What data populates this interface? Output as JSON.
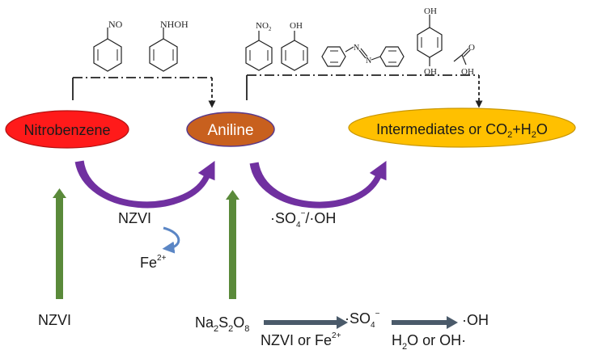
{
  "nodes": {
    "nitrobenzene": {
      "label": "Nitrobenzene",
      "color": "#ff1a1a"
    },
    "aniline": {
      "label": "Aniline",
      "color": "#c8601e"
    },
    "intermediates": {
      "label_main": "Intermediates or CO",
      "label_sub1": "2",
      "label_plus": "+H",
      "label_sub2": "2",
      "label_end": "O",
      "color": "#ffc000"
    }
  },
  "structures_top_left": [
    {
      "group_label": "NO",
      "name": "nitrosobenzene"
    },
    {
      "group_label": "NHOH",
      "name": "phenylhydroxylamine"
    }
  ],
  "structures_top_right": [
    {
      "group_label": "NO",
      "sub": "2",
      "name": "nitrobenzene-structure"
    },
    {
      "group_label": "OH",
      "name": "phenol"
    },
    {
      "group_label_a": "N",
      "group_label_b": "N",
      "name": "azobenzene"
    },
    {
      "group_label_top": "OH",
      "group_label_bottom": "OH",
      "name": "hydroquinone"
    },
    {
      "group_label_top": "O",
      "group_label_bottom": "OH",
      "name": "acetic-acid"
    }
  ],
  "reaction_labels": {
    "nzvi_left_mid": "NZVI",
    "fe2_text": "Fe",
    "fe2_sup": "2+",
    "radicals_a": "·SO",
    "radicals_a_sub": "4",
    "radicals_a_sup": "−",
    "radicals_b": "/·OH",
    "nzvi_bottom": "NZVI",
    "persulfate_parts": [
      "Na",
      "2",
      "S",
      "2",
      "O",
      "8"
    ],
    "arrow1_below": "NZVI or Fe",
    "arrow1_below_sup": "2+",
    "sulfate_radical": "·SO",
    "sulfate_radical_sub": "4",
    "sulfate_radical_sup": "−",
    "arrow2_below": "H",
    "arrow2_below_sub": "2",
    "arrow2_below_rest": "O or OH·",
    "hydroxyl_radical": "·OH"
  },
  "colors": {
    "purple_arrow": "#7030a0",
    "green_arrow": "#5a8a3a",
    "gray_arrow": "#4a5a6a",
    "blue_curve": "#5b86c5",
    "dash_line": "#222222"
  }
}
